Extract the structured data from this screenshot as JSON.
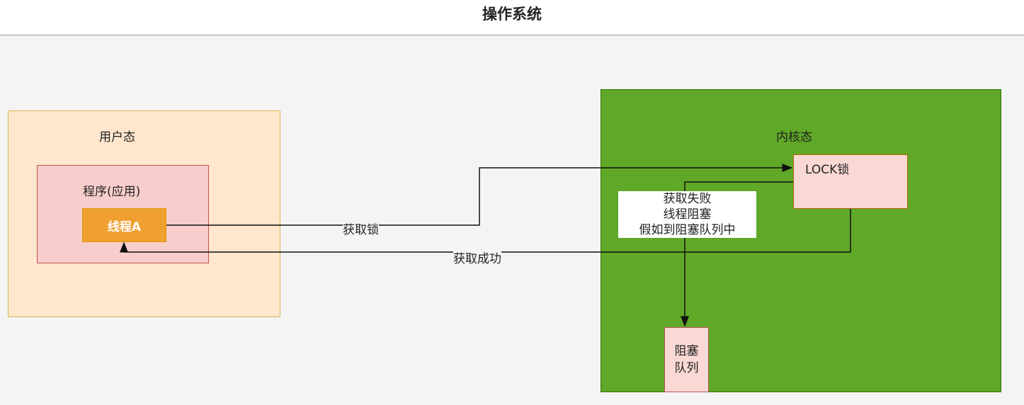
{
  "title": "操作系统",
  "user_mode": {
    "label": "用户态",
    "program": {
      "label": "程序(应用)",
      "thread": "线程A"
    }
  },
  "kernel_mode": {
    "label": "内核态",
    "lock": "LOCK锁",
    "block_queue": [
      "阻塞",
      "队列"
    ]
  },
  "edges": {
    "acquire": "获取锁",
    "success": "获取成功",
    "failure": [
      "获取失败",
      "线程阻塞",
      "假如到阻塞队列中"
    ]
  },
  "colors": {
    "user": "#ffe6cc",
    "program": "#f8cecc",
    "thread": "#f0a030",
    "kernel": "#60a827",
    "lock": "#fad9d5"
  }
}
